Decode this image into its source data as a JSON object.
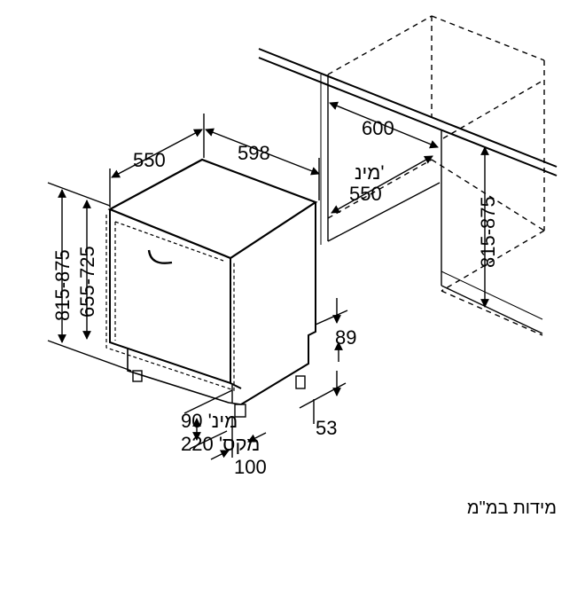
{
  "dimensions": {
    "top_width": "598",
    "top_depth": "550",
    "cabinet_width": "600",
    "cabinet_depth_prefix": "מינ'",
    "cabinet_depth": "550",
    "cabinet_height": "815-875",
    "total_height": "815-875",
    "door_height": "655-725",
    "plinth_height": "89",
    "foot_height": "53",
    "foot_depth": "100",
    "min_label": "מינ' 90",
    "max_label": "מקס' 220"
  },
  "caption": "מידות במ\"מ",
  "colors": {
    "line": "#000000",
    "background": "#ffffff"
  }
}
